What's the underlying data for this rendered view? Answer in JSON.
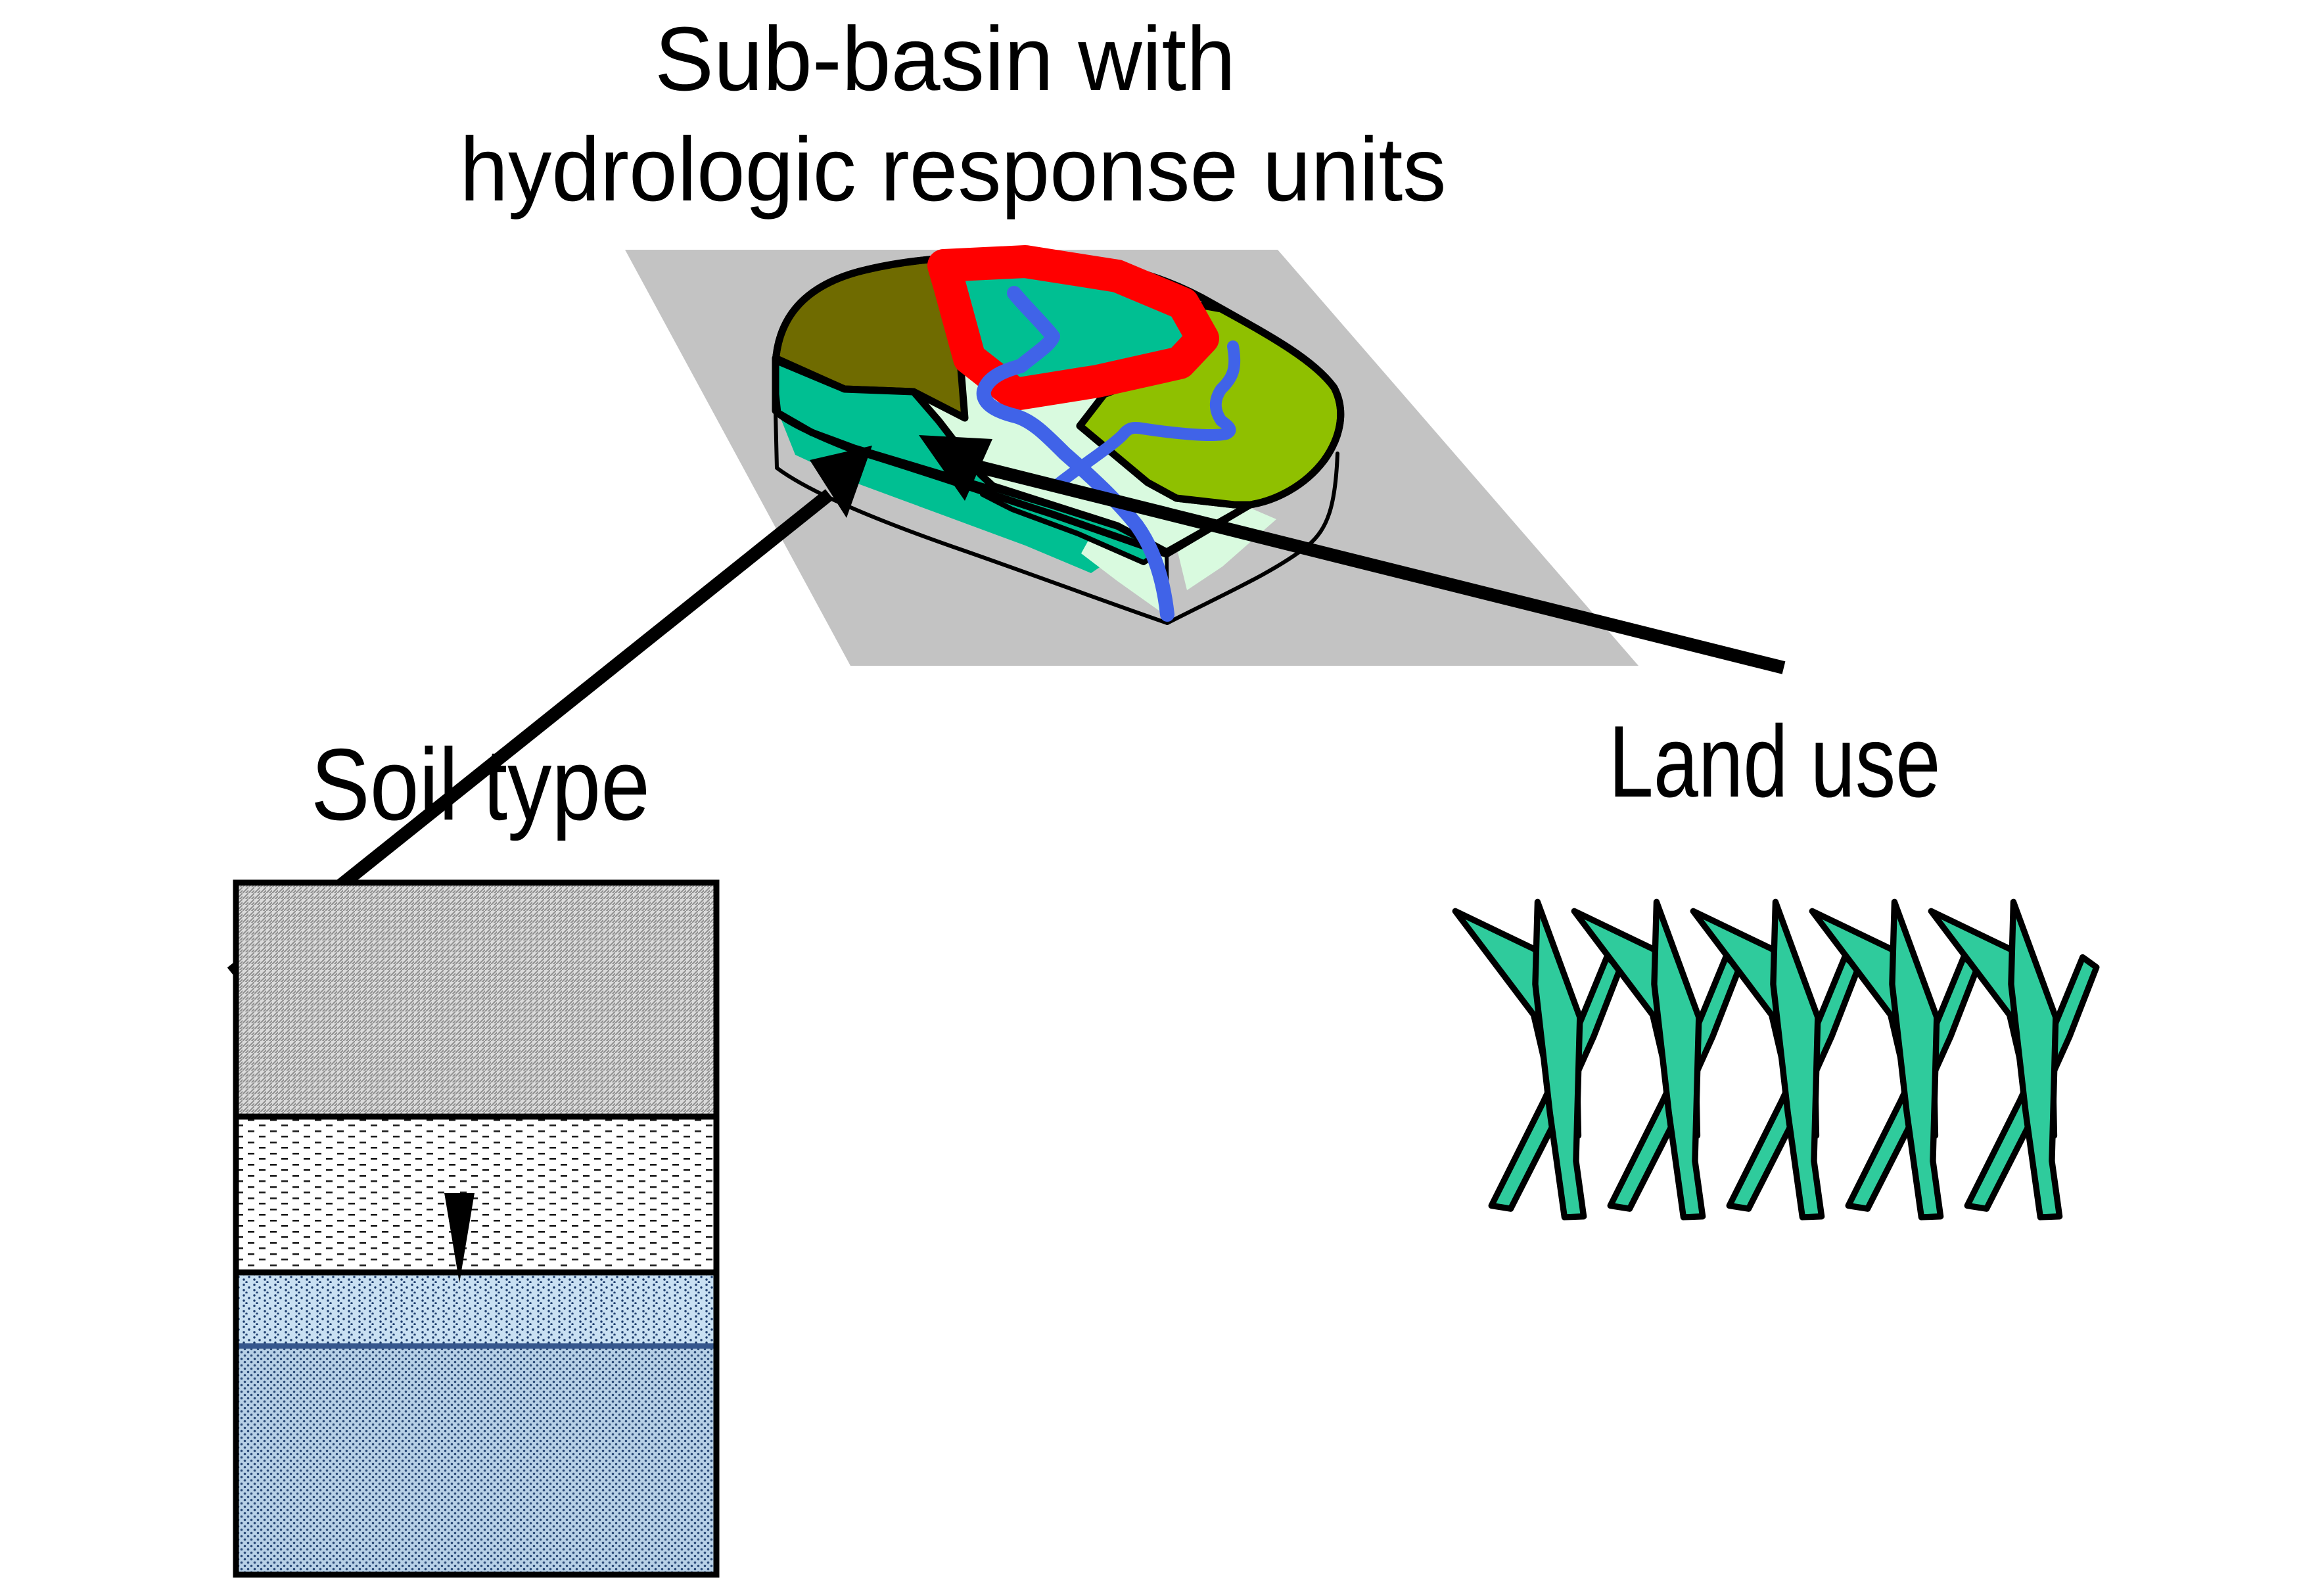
{
  "title": {
    "line1": "Sub-basin with",
    "line2": "hydrologic response units"
  },
  "soil_section": {
    "label": "Soil type"
  },
  "land_section": {
    "label": "Land use"
  },
  "colors": {
    "background": "#FFFFFF",
    "plane_gray": "#C3C3C3",
    "olive_region": "#6F6B00",
    "teal_region": "#00BF92",
    "mint_region": "#D9FADF",
    "yellow_green_region": "#8FC000",
    "hru_outline_red": "#FF0000",
    "river_blue": "#4063E8",
    "grass_green": "#2FCB9C",
    "outline_black": "#000000",
    "soil_layer1_gray": "#DBDBDB",
    "soil_layer1_hatch": "#8E8E8E",
    "soil_layer2_white": "#FFFFFF",
    "soil_layer2_dash": "#1A1A1A",
    "soil_layer3_blue": "#C9E0F2",
    "soil_layer3_dot": "#1A3A6B",
    "soil_layer4_blue": "#B7D0E6",
    "soil_layer4_dot": "#2A4A78"
  }
}
